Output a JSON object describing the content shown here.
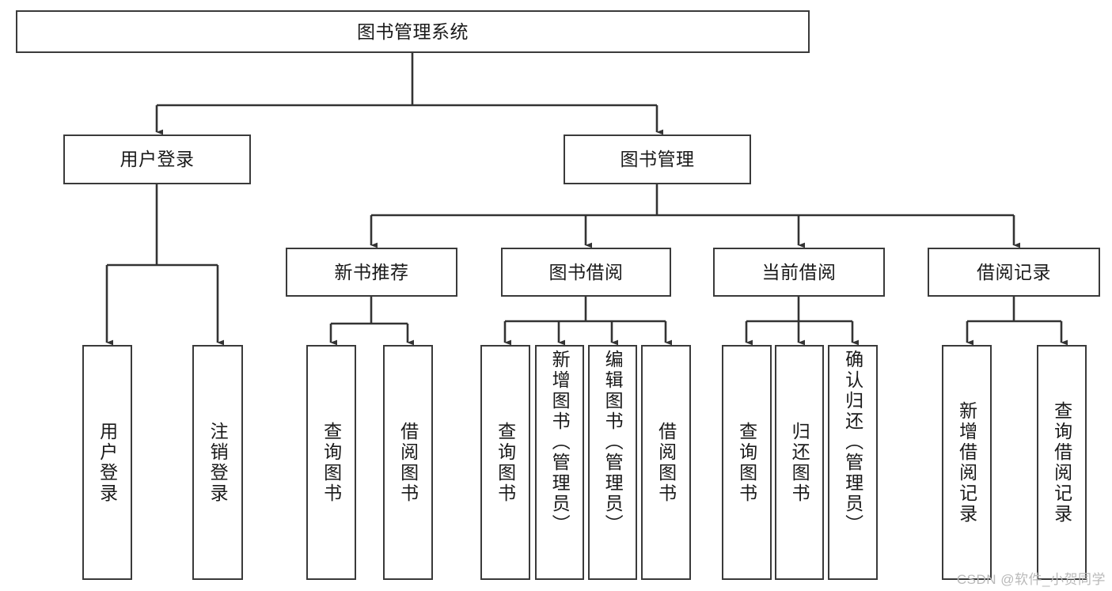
{
  "diagram": {
    "title": "图书管理系统",
    "type": "tree-hierarchy",
    "orientation": "top-down",
    "colors": {
      "box_border": "#3a3a3a",
      "box_fill": "#ffffff",
      "connector": "#333333",
      "text": "#1a1a1a",
      "watermark": "#b9b9b9",
      "background": "#ffffff"
    }
  },
  "watermark": {
    "text": "CSDN @软件_小贺同学"
  },
  "nodes": {
    "root": {
      "label": "图书管理系统"
    },
    "level2": [
      {
        "id": "user-login",
        "label": "用户登录"
      },
      {
        "id": "book-manage",
        "label": "图书管理"
      }
    ],
    "level3": [
      {
        "id": "new-book-recommend",
        "label": "新书推荐"
      },
      {
        "id": "book-borrow",
        "label": "图书借阅"
      },
      {
        "id": "current-borrow",
        "label": "当前借阅"
      },
      {
        "id": "borrow-record",
        "label": "借阅记录"
      }
    ],
    "leaves": {
      "user_login": [
        {
          "id": "leaf-user-login",
          "label": "用户登录"
        },
        {
          "id": "leaf-logout-login",
          "label": "注销登录"
        }
      ],
      "new_book_recommend": [
        {
          "id": "leaf-query-book-1",
          "label": "查询图书"
        },
        {
          "id": "leaf-borrow-book-1",
          "label": "借阅图书"
        }
      ],
      "book_borrow": [
        {
          "id": "leaf-query-book-2",
          "label": "查询图书"
        },
        {
          "id": "leaf-add-book",
          "label": "新增图书（管理员）"
        },
        {
          "id": "leaf-edit-book",
          "label": "编辑图书（管理员）"
        },
        {
          "id": "leaf-borrow-book-2",
          "label": "借阅图书"
        }
      ],
      "current_borrow": [
        {
          "id": "leaf-query-book-3",
          "label": "查询图书"
        },
        {
          "id": "leaf-return-book",
          "label": "归还图书"
        },
        {
          "id": "leaf-confirm-return",
          "label": "确认归还（管理员）"
        }
      ],
      "borrow_record": [
        {
          "id": "leaf-add-record",
          "label": "新增借阅记录"
        },
        {
          "id": "leaf-query-record",
          "label": "查询借阅记录"
        }
      ]
    }
  }
}
